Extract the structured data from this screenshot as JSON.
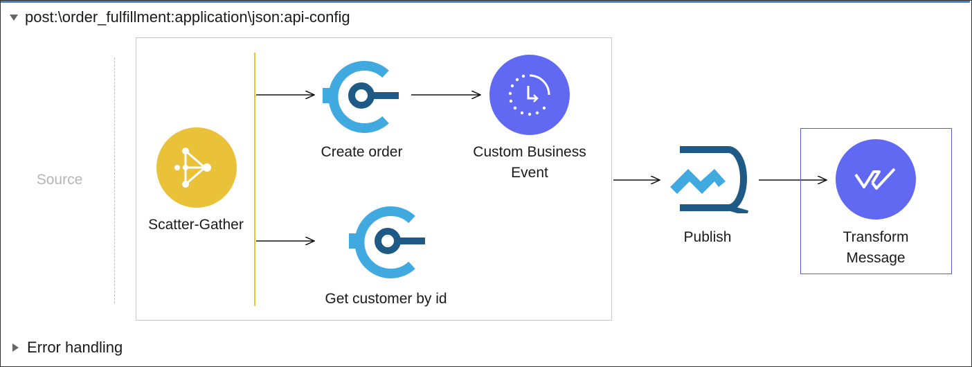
{
  "flow": {
    "title": "post:\\order_fulfillment:application\\json:api-config",
    "source_label": "Source",
    "error_handling_label": "Error handling"
  },
  "nodes": {
    "scatter_gather": {
      "label": "Scatter-Gather",
      "icon": "scatter-gather-icon",
      "color": "#e9c23a"
    },
    "create_order": {
      "label": "Create order",
      "icon": "connector-icon",
      "color": "#3fa9e0"
    },
    "custom_business_event": {
      "label_line1": "Custom Business",
      "label_line2": "Event",
      "icon": "business-event-icon",
      "color": "#6169f2"
    },
    "get_customer": {
      "label": "Get customer by id",
      "icon": "connector-icon",
      "color": "#3fa9e0"
    },
    "publish": {
      "label": "Publish",
      "icon": "publish-icon",
      "color": "#3fa9e0"
    },
    "transform_message": {
      "label_line1": "Transform",
      "label_line2": "Message",
      "icon": "transform-icon",
      "color": "#6169f2",
      "selected": true
    }
  },
  "colors": {
    "accent_top": "#3b82d6",
    "selection_border": "#5b5bd6",
    "route_bar": "#e9c23a",
    "connector_dark": "#1f5a86",
    "connector_light": "#3fa9e0"
  }
}
